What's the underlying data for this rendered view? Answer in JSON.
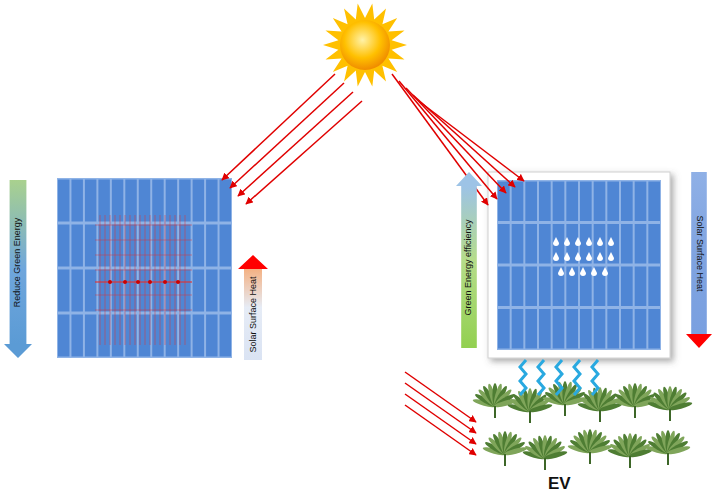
{
  "diagram": {
    "nodes": [
      {
        "text": [
          "Reduce Green Energy"
        ]
      },
      {
        "text": [
          "Solar Surface Heat"
        ]
      },
      {
        "text": [
          "Green Energy efficiency"
        ]
      },
      {
        "text": [
          "Solar Surface Heat"
        ]
      }
    ],
    "labels": [
      "EV"
    ]
  }
}
